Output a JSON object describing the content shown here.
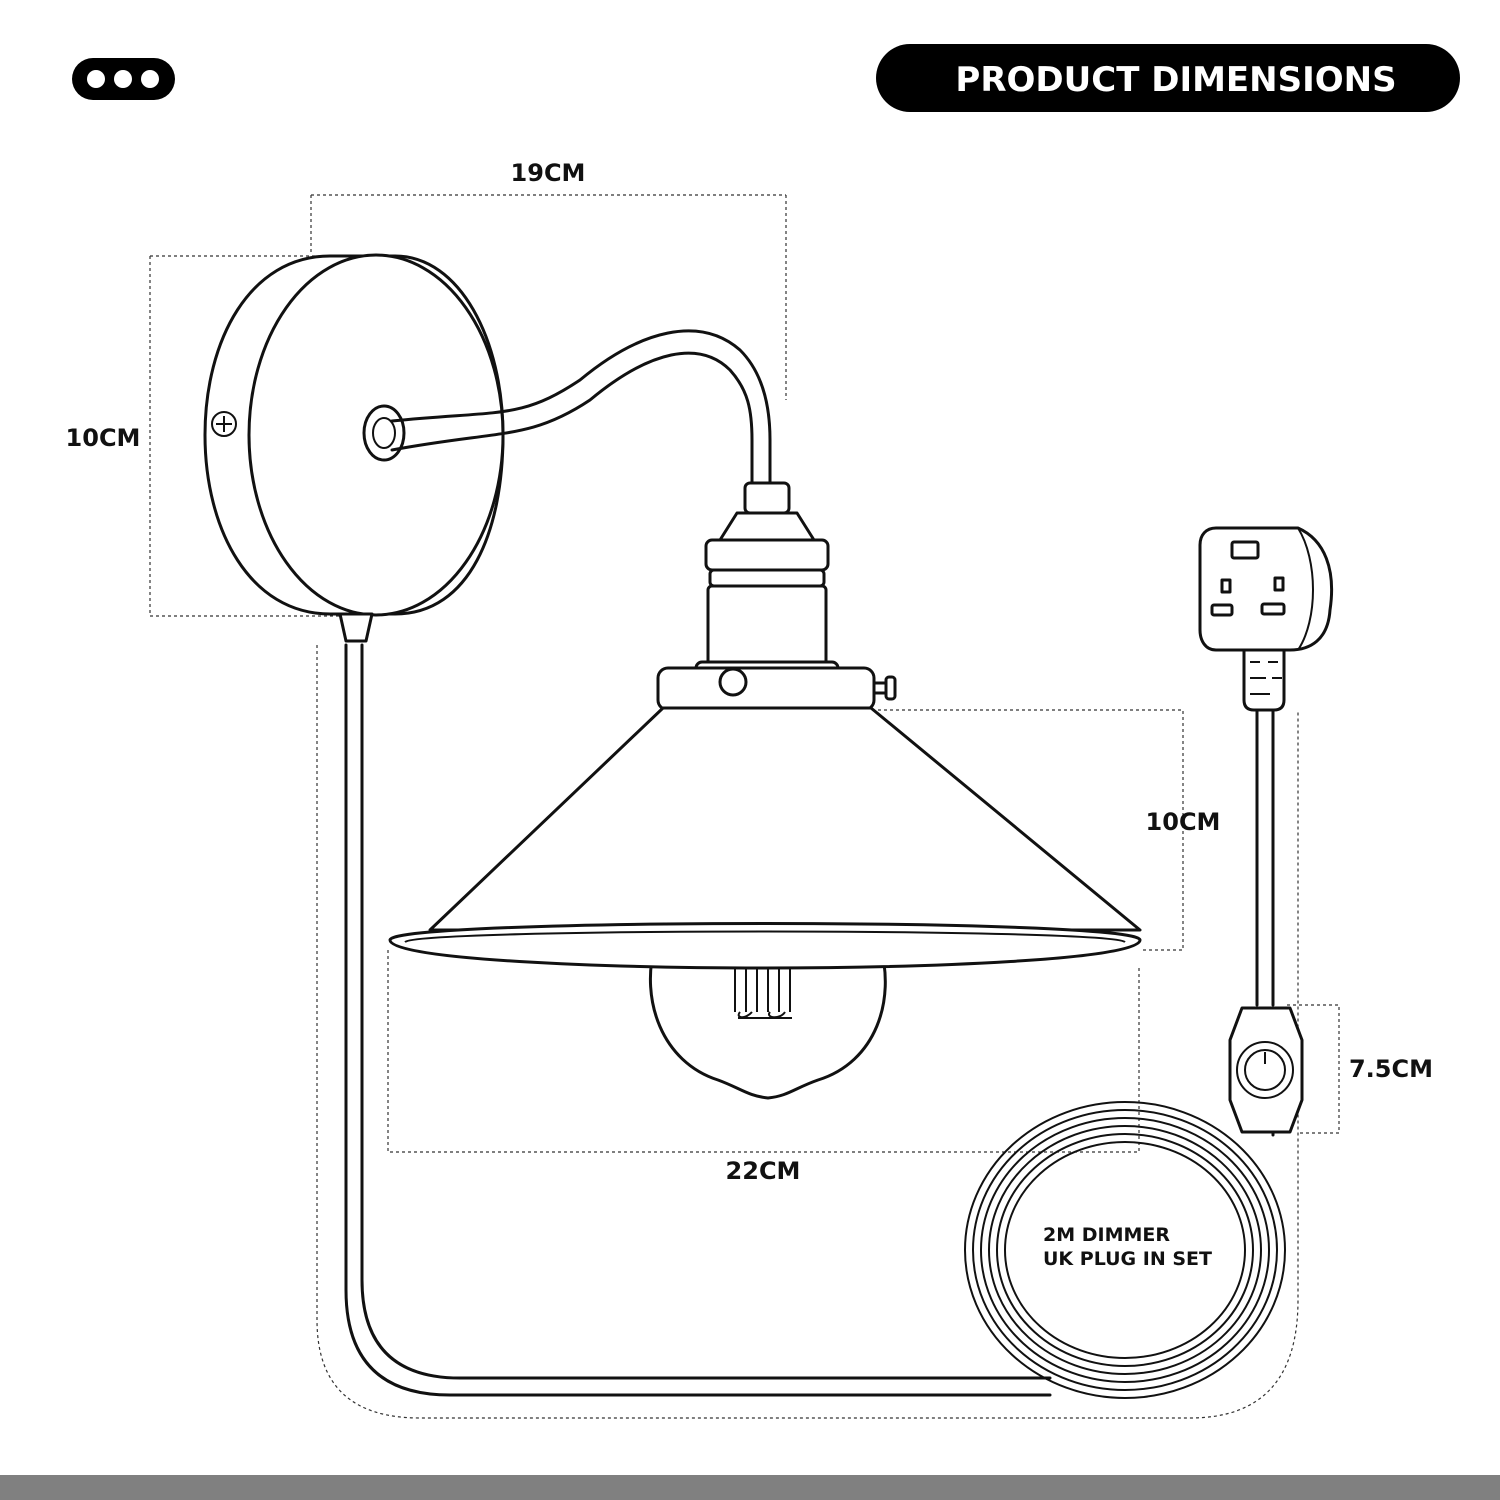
{
  "header": {
    "badge_label": "PRODUCT DIMENSIONS",
    "menu_icon": "three-dots-icon"
  },
  "dimensions": {
    "arm_width": "19CM",
    "backplate_height": "10CM",
    "shade_height": "10CM",
    "shade_diameter": "22CM",
    "dimmer_height": "7.5CM"
  },
  "cable_note": {
    "line1": "2M DIMMER",
    "line2": "UK PLUG IN SET"
  },
  "colors": {
    "ink": "#111111",
    "badge_bg": "#000000",
    "badge_text": "#ffffff",
    "bottom_bar": "#808080"
  }
}
